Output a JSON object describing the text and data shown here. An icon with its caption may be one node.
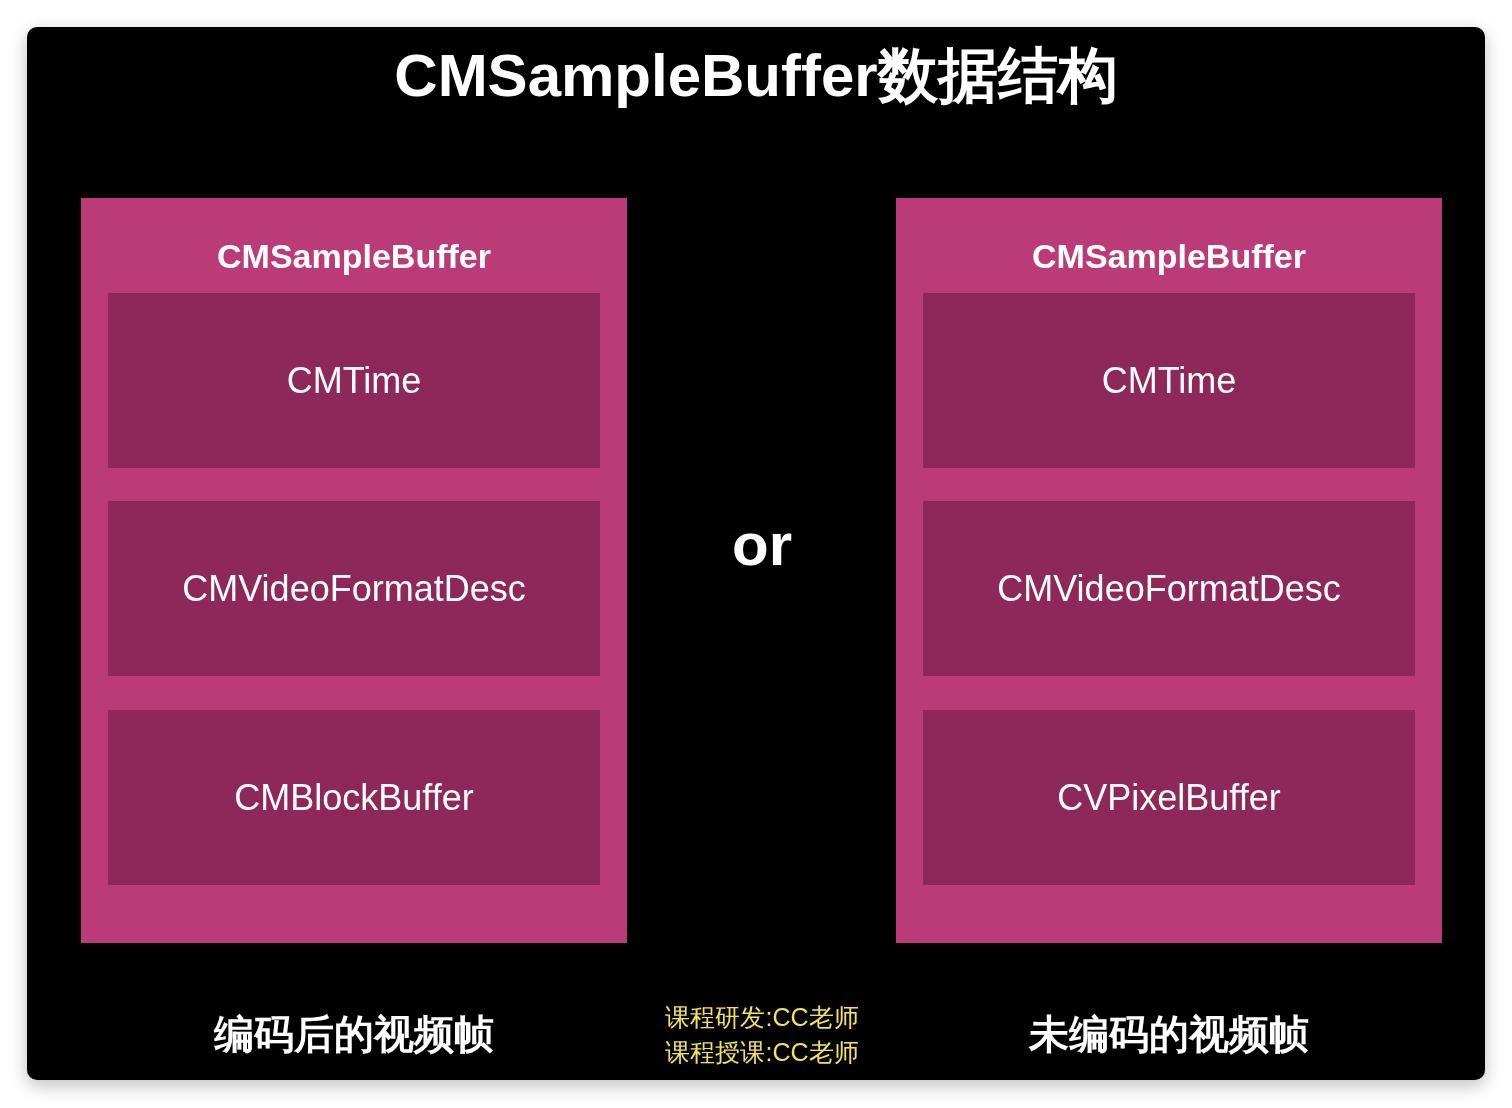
{
  "diagram": {
    "title": "CMSampleBuffer数据结构",
    "nodes": [
      {
        "text": [
          "CMSampleBuffer"
        ],
        "beside": [
          "编码后的视频帧"
        ]
      },
      {
        "text": [
          "CMTime"
        ],
        "in": 0
      },
      {
        "text": [
          "CMVideoFormatDesc"
        ],
        "in": 0
      },
      {
        "text": [
          "CMBlockBuffer"
        ],
        "in": 0
      },
      {
        "text": [
          "CMSampleBuffer"
        ],
        "beside": [
          "未编码的视频帧"
        ]
      },
      {
        "text": [
          "CMTime"
        ],
        "in": 4
      },
      {
        "text": [
          "CMVideoFormatDesc"
        ],
        "in": 4
      },
      {
        "text": [
          "CVPixelBuffer"
        ],
        "in": 4
      }
    ],
    "labels": [
      "or",
      "课程研发:CC老师",
      "课程授课:CC老师"
    ]
  }
}
